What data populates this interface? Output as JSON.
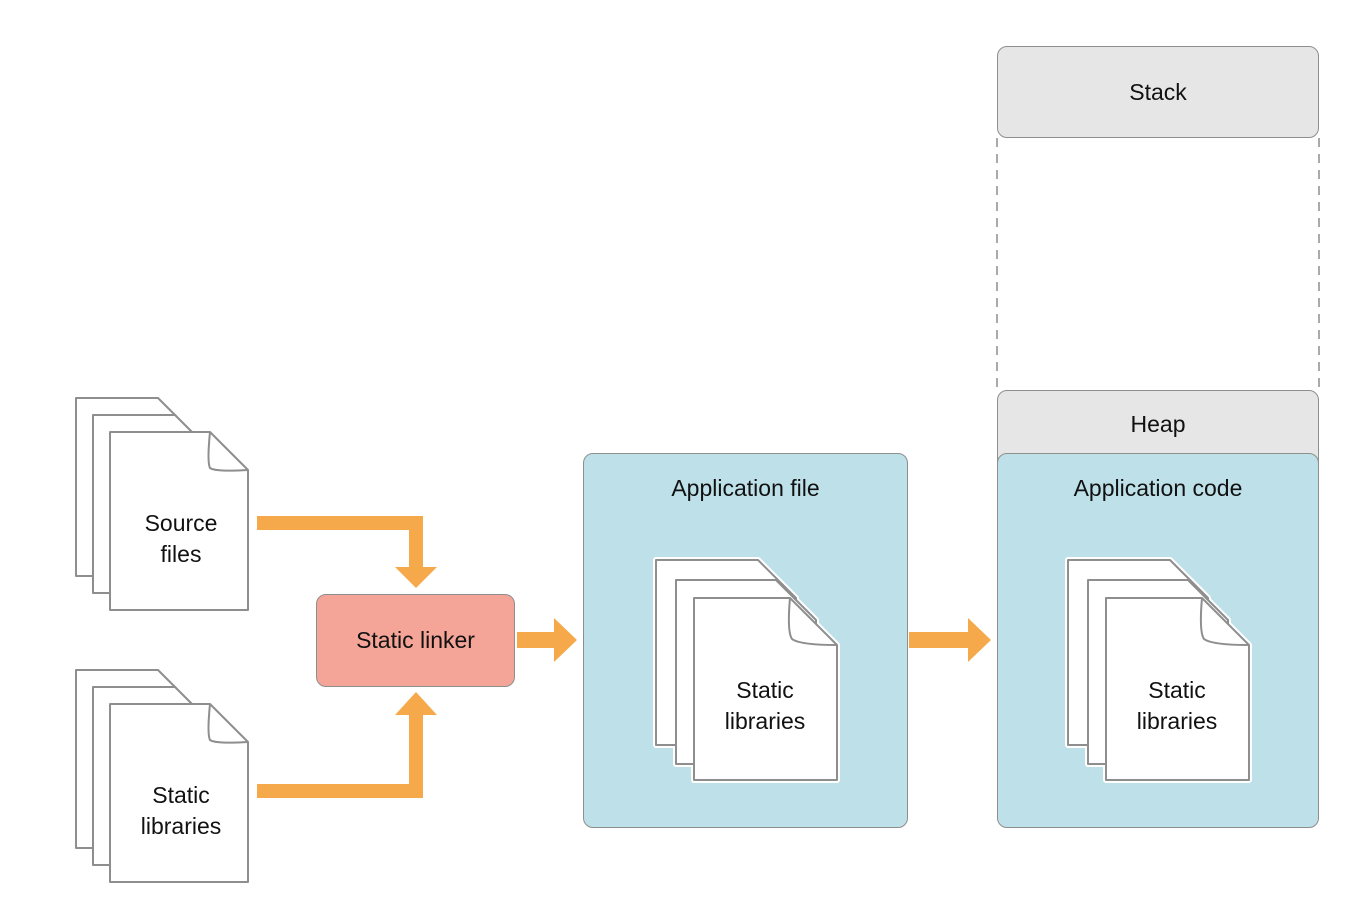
{
  "source_files": {
    "label": "Source\nfiles"
  },
  "static_libraries_input": {
    "label": "Static\nlibraries"
  },
  "static_linker": {
    "label": "Static linker",
    "fill": "#f4a597"
  },
  "application_file": {
    "title": "Application file",
    "libraries_label": "Static\nlibraries",
    "fill": "#bee0e9"
  },
  "memory": {
    "stack_label": "Stack",
    "heap_label": "Heap",
    "application_code_title": "Application code",
    "libraries_label": "Static\nlibraries",
    "gray_fill": "#e6e6e6"
  },
  "arrow_color": "#f5a94a"
}
